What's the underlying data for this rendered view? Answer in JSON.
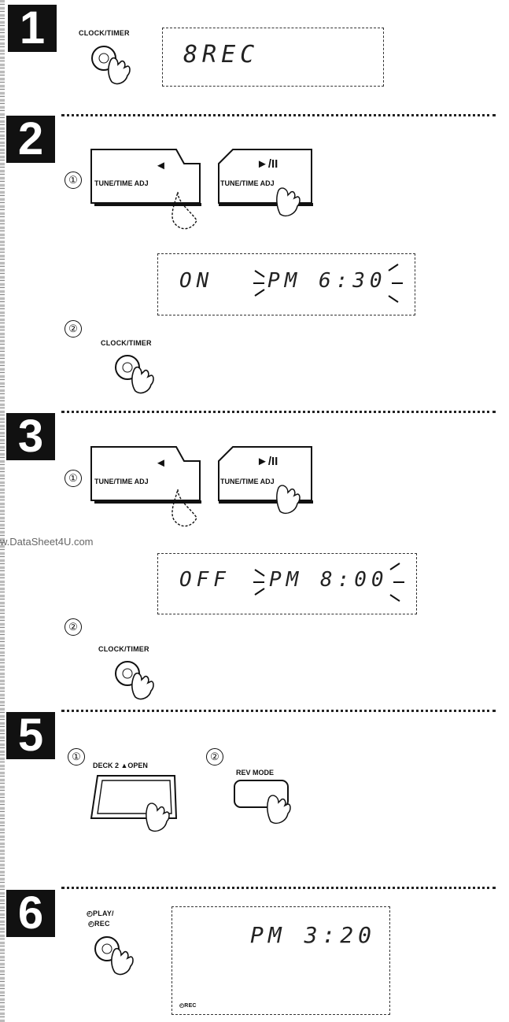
{
  "steps": [
    {
      "number": "1"
    },
    {
      "number": "2"
    },
    {
      "number": "3"
    },
    {
      "number": "5"
    },
    {
      "number": "6"
    }
  ],
  "buttons": {
    "clock_timer": "CLOCK/TIMER",
    "tune_down_arrow": "◄",
    "tune_down_label": "TUNE/TIME ADJ",
    "tune_up_arrow": "►/II",
    "tune_up_label": "TUNE/TIME ADJ",
    "deck2_open": "DECK 2 ▲OPEN",
    "rev_mode": "REV MODE",
    "play_rec_line1": "◴PLAY/",
    "play_rec_line2": "◴REC"
  },
  "sub_steps": {
    "one": "①",
    "two": "②"
  },
  "displays": {
    "step1": "8REC",
    "step2_on": "ON",
    "step2_time": "PM  6:30",
    "step3_off": "OFF",
    "step3_time": "PM  8:00",
    "step6_time": "PM  3:20",
    "step6_rec": "◴REC"
  },
  "watermark": "w.DataSheet4U.com"
}
